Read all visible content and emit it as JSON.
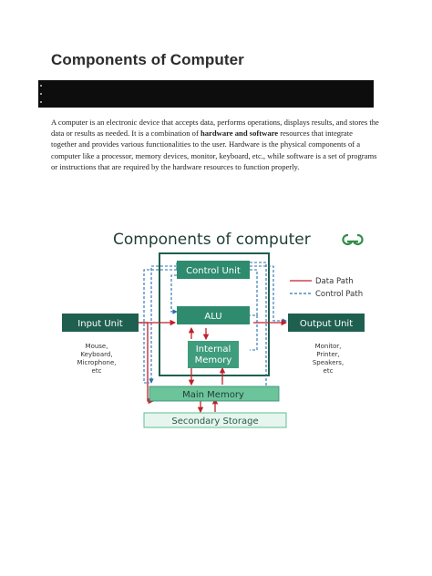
{
  "heading": "Components of Computer",
  "intro": {
    "part1": "A computer is an electronic device that accepts data, performs operations, displays results, and stores the data or results as needed. It is a combination of ",
    "bold1": "hardware and software",
    "part2": " resources that integrate together and provides various functionalities to the user. Hardware is the physical components of a computer like a processor, memory devices, monitor, keyboard, etc., while software is a set of programs or instructions that are required by the hardware resources to function properly."
  },
  "diagram": {
    "title": "Components of computer",
    "logo": "GeeksforGeeks",
    "legend": {
      "data_path": "Data Path",
      "control_path": "Control Path"
    },
    "control_unit": "Control Unit",
    "alu": "ALU",
    "internal_memory": [
      "Internal",
      "Memory"
    ],
    "input_unit": "Input Unit",
    "output_unit": "Output Unit",
    "main_memory": "Main Memory",
    "secondary_storage": "Secondary Storage",
    "input_devices": [
      "Mouse,",
      "Keyboard,",
      "Microphone,",
      "etc"
    ],
    "output_devices": [
      "Monitor,",
      "Printer,",
      "Speakers,",
      "etc"
    ],
    "colors": {
      "dark_green": "#1f5f4f",
      "mid_green": "#2e8b6e",
      "light_green": "#5fbf93",
      "pale_green": "#e6f5ee",
      "data_path": "#c0202a",
      "control_path": "#2a6fb0"
    }
  }
}
